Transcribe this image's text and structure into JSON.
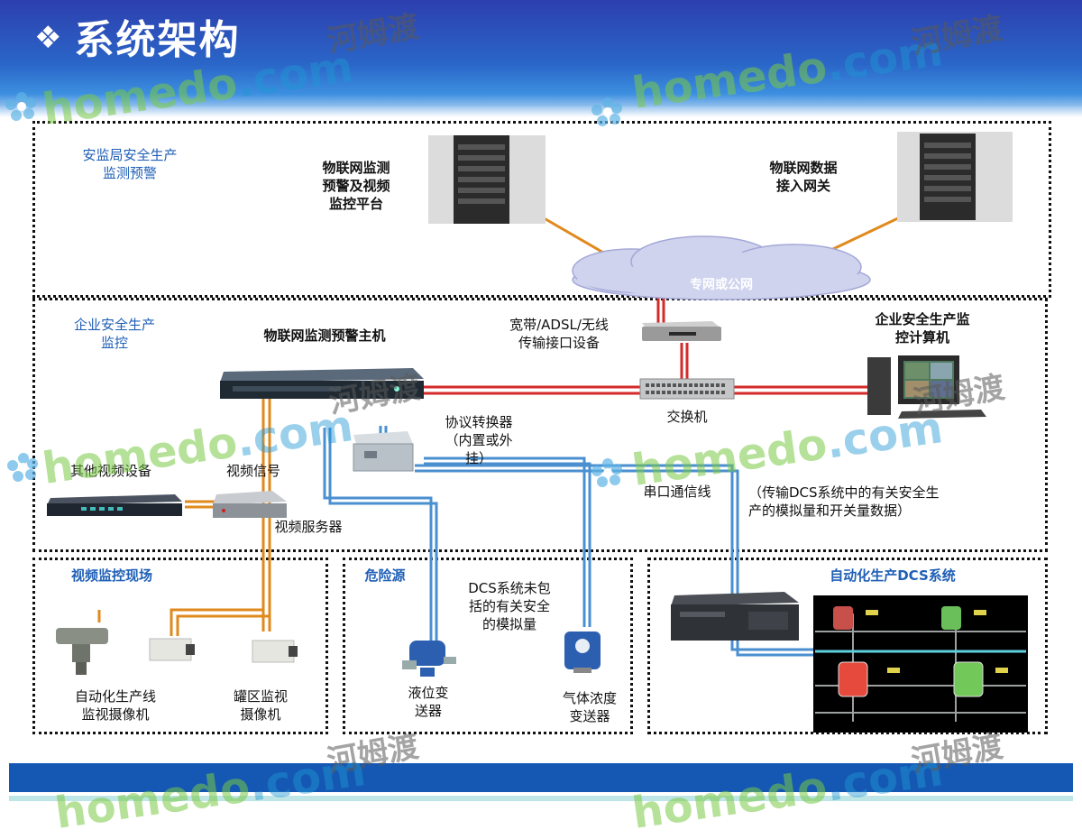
{
  "title": "系统架构",
  "title_bullet": "❖",
  "watermark": {
    "latin_left": "homedo",
    "latin_right": ".com",
    "cn": "河姆渡"
  },
  "zones": {
    "safety_bureau": "安监局安全生产\n监测预警",
    "enterprise": "企业安全生产\n监控",
    "video_site": "视频监控现场",
    "hazard": "危险源",
    "dcs": "自动化生产DCS系统"
  },
  "labels": {
    "iot_platform": "物联网监测\n预警及视频\n监控平台",
    "iot_gateway": "物联网数据\n接入网关",
    "network": "专网或公网",
    "broadband": "宽带/ADSL/无线\n传输接口设备",
    "enterprise_pc": "企业安全生产监\n控计算机",
    "main_host": "物联网监测预警主机",
    "switch": "交换机",
    "protocol_converter": "协议转换器\n（内置或外\n挂）",
    "other_video": "其他视频设备",
    "video_signal": "视频信号",
    "video_server": "视频服务器",
    "serial_line": "串口通信线",
    "dcs_note": "（传输DCS系统中的有关安全生\n产的模拟量和开关量数据）",
    "dcs_not_included": "DCS系统未包\n括的有关安全\n的模拟量",
    "camera_line": "自动化生产线\n监视摄像机",
    "camera_tank": "罐区监视\n摄像机",
    "level_transmitter": "液位变\n送器",
    "gas_transmitter": "气体浓度\n变送器"
  },
  "colors": {
    "zone_label": "#1f5fb6",
    "red_link": "#d42a2a",
    "orange_link": "#e08a1e",
    "blue_link": "#4a8fd0",
    "header": "#2a66c8"
  }
}
